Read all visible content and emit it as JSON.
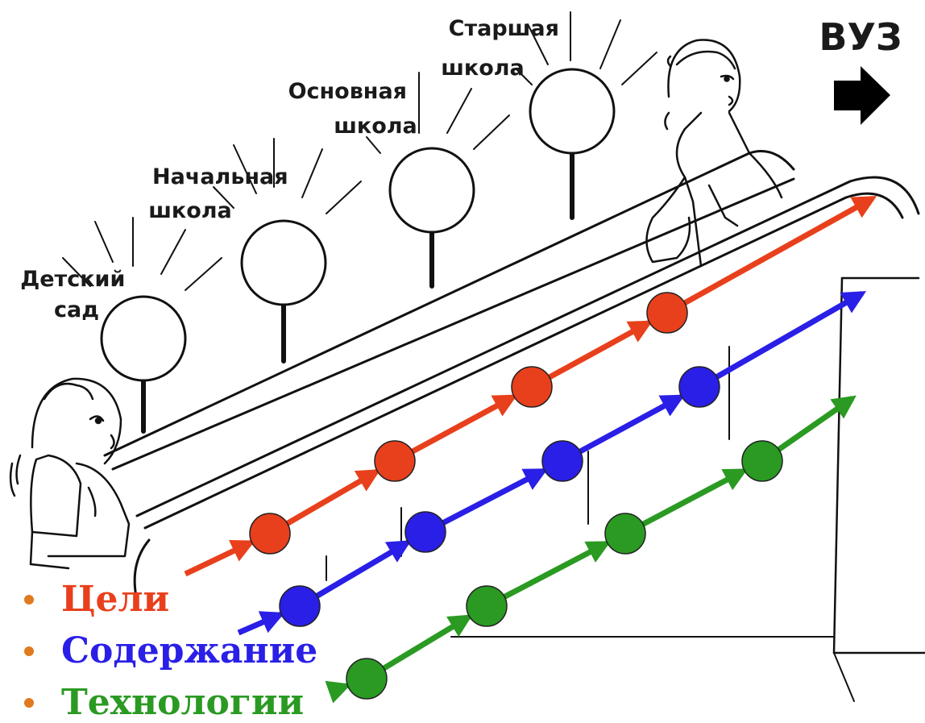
{
  "stages": [
    {
      "lines": [
        "Детский",
        "сад"
      ]
    },
    {
      "lines": [
        "Начальная",
        "школа"
      ]
    },
    {
      "lines": [
        "Основная",
        "школа"
      ]
    },
    {
      "lines": [
        "Старшая",
        "школа"
      ]
    }
  ],
  "destination": {
    "label": "ВУЗ",
    "icon": "right-arrow-icon"
  },
  "tracks": [
    {
      "key": "goals",
      "color": "#e8401c",
      "dots": 4
    },
    {
      "key": "content",
      "color": "#2a1fe6",
      "dots": 4
    },
    {
      "key": "technology",
      "color": "#2a9a22",
      "dots": 5
    }
  ],
  "legend": [
    {
      "label": "Цели",
      "color": "#e8401c",
      "bullet_color": "#e07a1f"
    },
    {
      "label": "Содержание",
      "color": "#2a1fe6",
      "bullet_color": "#e07a1f"
    },
    {
      "label": "Технологии",
      "color": "#2a9a22",
      "bullet_color": "#e07a1f"
    }
  ]
}
